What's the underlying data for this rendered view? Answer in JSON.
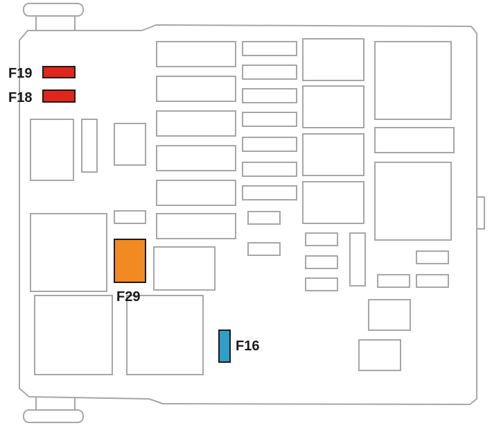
{
  "fuses": [
    {
      "id": "f19",
      "label": "F19",
      "color": "#e1261c"
    },
    {
      "id": "f18",
      "label": "F18",
      "color": "#e1261c"
    },
    {
      "id": "f29",
      "label": "F29",
      "color": "#f28a22"
    },
    {
      "id": "f16",
      "label": "F16",
      "color": "#2e9fc8"
    }
  ],
  "colors": {
    "outline": "#a6a6a6",
    "fuse_border": "#1a1a1a",
    "label": "#1a1a1a",
    "background": "#ffffff"
  }
}
